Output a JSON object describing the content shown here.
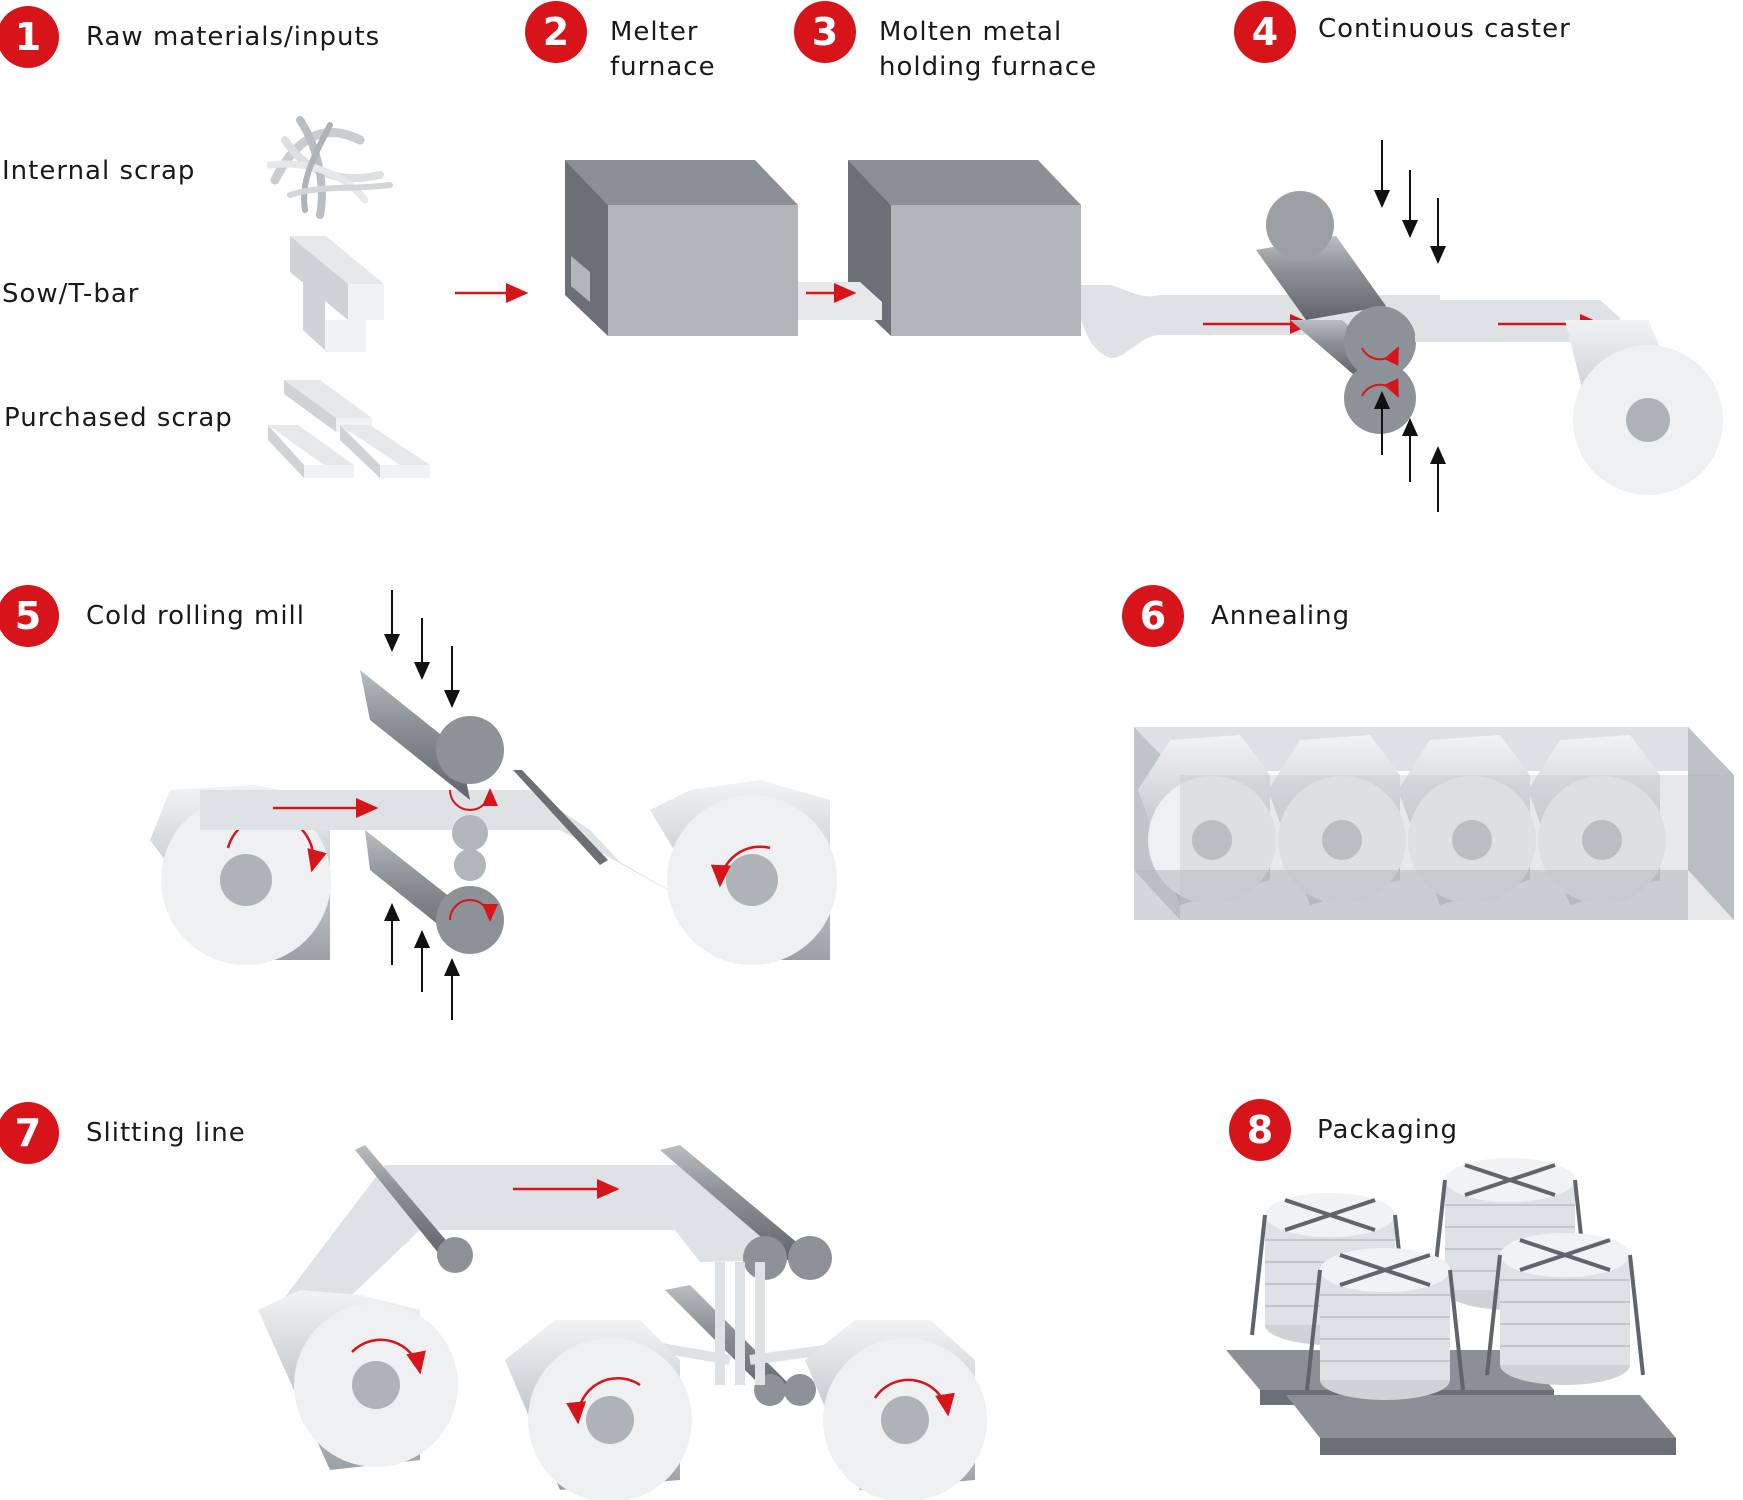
{
  "colors": {
    "accent": "#d7141a",
    "roll_dark": "#7b8288",
    "roll_mid": "#a9afb3",
    "sheet": "#dfe2e4",
    "coil_face": "#eef0f1",
    "furnace_front": "#b1b6b9",
    "furnace_side": "#6a7076",
    "furnace_top": "#8a9096"
  },
  "steps": [
    {
      "num": "1",
      "label_lines": [
        "Raw materials/inputs"
      ]
    },
    {
      "num": "2",
      "label_lines": [
        "Melter",
        "furnace"
      ]
    },
    {
      "num": "3",
      "label_lines": [
        "Molten metal",
        "holding furnace"
      ]
    },
    {
      "num": "4",
      "label_lines": [
        "Continuous caster"
      ]
    },
    {
      "num": "5",
      "label_lines": [
        "Cold rolling mill"
      ]
    },
    {
      "num": "6",
      "label_lines": [
        "Annealing"
      ]
    },
    {
      "num": "7",
      "label_lines": [
        "Slitting line"
      ]
    },
    {
      "num": "8",
      "label_lines": [
        "Packaging"
      ]
    }
  ],
  "inputs": [
    {
      "label": "Internal scrap",
      "icon": "scrap-pile-icon"
    },
    {
      "label": "Sow/T-bar",
      "icon": "t-bar-icon"
    },
    {
      "label": "Purchased scrap",
      "icon": "ingot-stack-icon"
    }
  ]
}
